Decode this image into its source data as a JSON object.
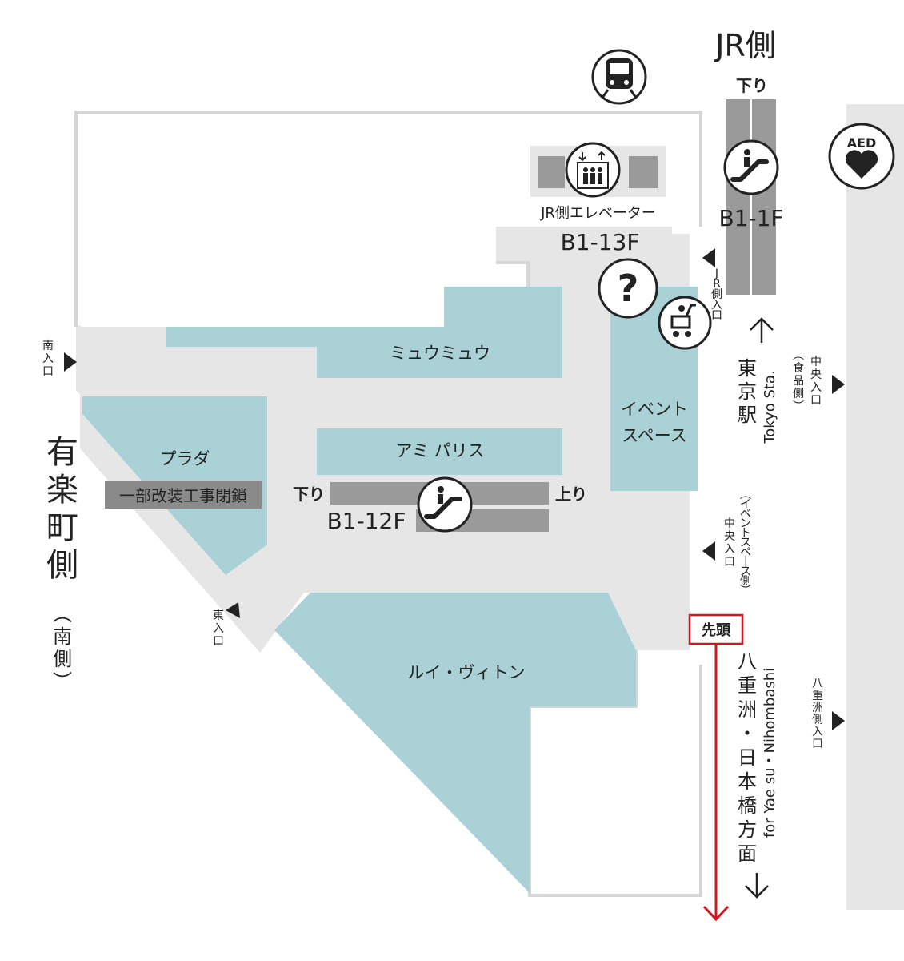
{
  "labels": {
    "jr_side": "JR側",
    "yurakucho_side": "有楽町側",
    "south_paren": "（南側）",
    "tokyo_station": "東京駅",
    "tokyo_sta_en": "Tokyo Sta.",
    "yaesu_direction": "八重洲・日本橋方面",
    "yaesu_en": "for Yae su・Nihombashi",
    "lead": "先頭"
  },
  "stores": {
    "miu_miu": "ミュウミュウ",
    "ami_paris": "アミ パリス",
    "event_space_line1": "イベント",
    "event_space_line2": "スペース",
    "plaza": "プラダ",
    "louis_vuitton": "ルイ・ヴィトン",
    "closure_notice": "一部改装工事閉鎖"
  },
  "elevator": {
    "name": "JR側エレベーター",
    "floors": "B1-13F"
  },
  "escalators": {
    "jr": {
      "down": "下り",
      "floors": "B1-1F"
    },
    "center": {
      "down": "下り",
      "up": "上り",
      "floors": "B1-12F"
    }
  },
  "entrances": {
    "south": "南入口",
    "east": "東入口",
    "jr": "JR側入口",
    "central_event": "中央入口",
    "central_event_paren": "（イベントスペース側）",
    "central_food": "中央入口",
    "central_food_paren": "（食品側）",
    "yaesu": "八重洲側入口"
  },
  "icons": {
    "train": "train-icon",
    "elevator": "elevator-icon",
    "escalator": "escalator-icon",
    "info": "information-icon",
    "stroller": "stroller-icon",
    "aed": "aed-icon",
    "aed_label": "AED"
  },
  "colors": {
    "floor": "#e6e6e6",
    "store": "#a9d1d6",
    "escalator": "#9a9a9a",
    "notice_bg": "#8a8a8a",
    "accent": "#d0171e",
    "outline": "#d6d6d6"
  }
}
